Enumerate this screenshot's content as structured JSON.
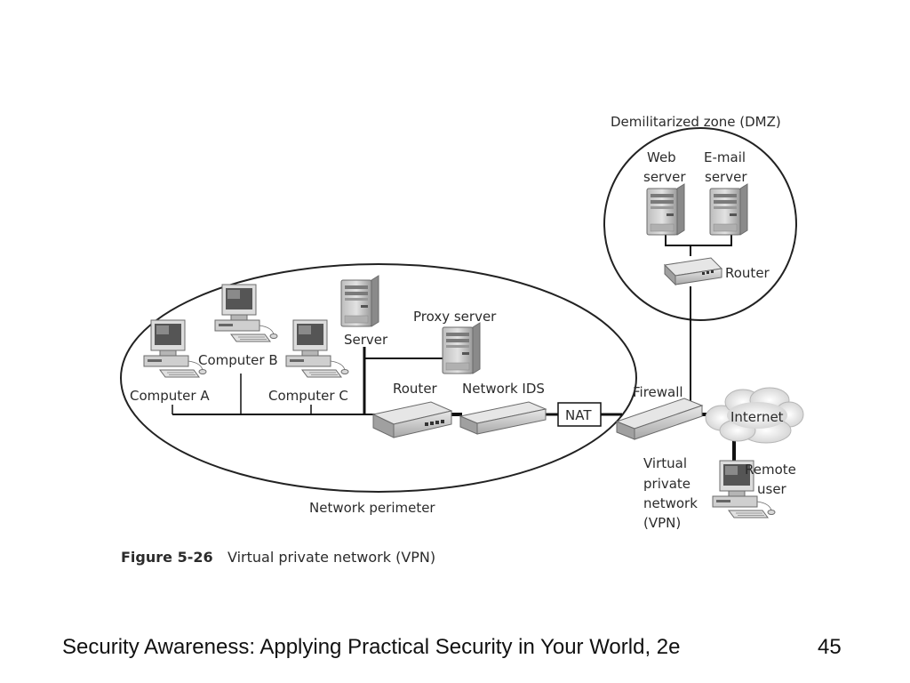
{
  "dmz": {
    "title": "Demilitarized zone (DMZ)",
    "web_server": [
      "Web",
      "server"
    ],
    "email_server": [
      "E-mail",
      "server"
    ],
    "router": "Router"
  },
  "perimeter": {
    "label": "Network perimeter"
  },
  "labels": {
    "computer_a": "Computer A",
    "computer_b": "Computer B",
    "computer_c": "Computer C",
    "server": "Server",
    "proxy_server": "Proxy server",
    "router": "Router",
    "network_ids": "Network IDS",
    "nat": "NAT",
    "firewall": "Firewall",
    "internet": "Internet",
    "remote_user": [
      "Remote",
      "user"
    ],
    "vpn": [
      "Virtual",
      "private",
      "network",
      "(VPN)"
    ]
  },
  "figure": {
    "number": "Figure 5-26",
    "title": "Virtual private network (VPN)"
  },
  "footer": {
    "text": "Security Awareness: Applying Practical Security in Your World, 2e",
    "page": "45"
  }
}
